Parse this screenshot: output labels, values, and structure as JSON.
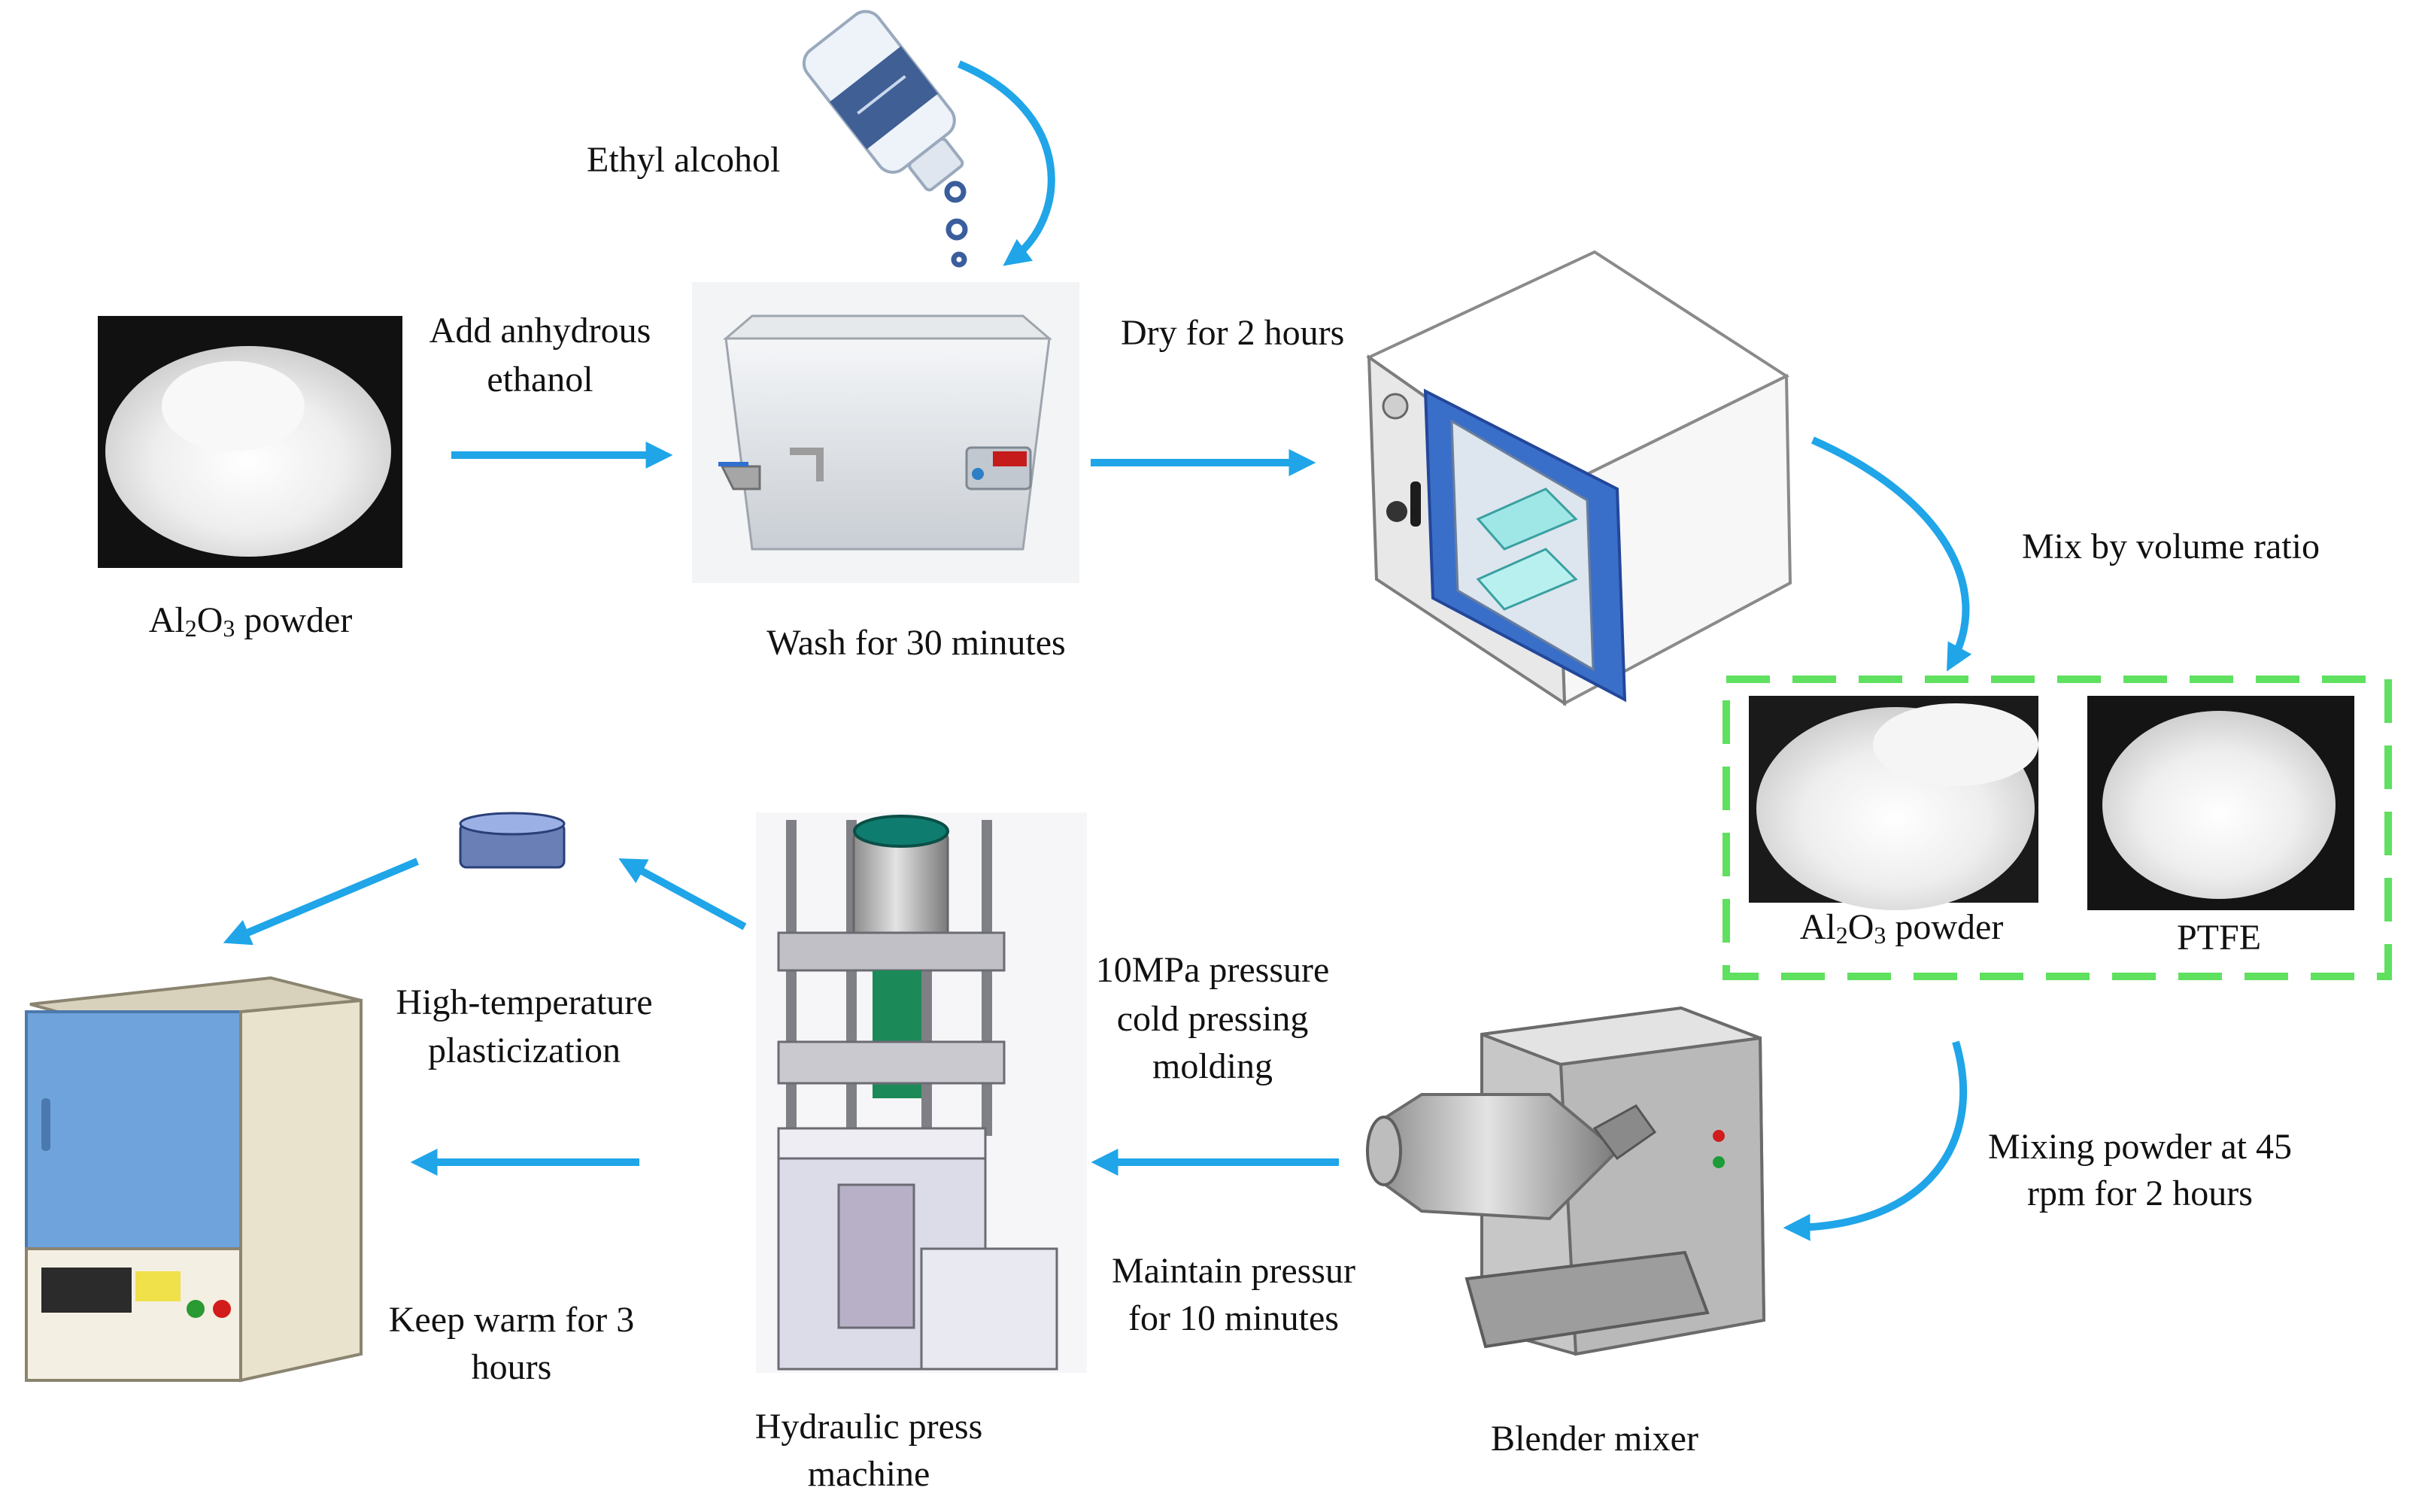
{
  "colors": {
    "arrow": "#1fa5e8",
    "dashed_box": "#5fe05f",
    "oven_blue": "#3a6fc9",
    "furnace_blue": "#6fa3dc",
    "furnace_body": "#e9e3cd"
  },
  "labels": {
    "ethyl_alcohol": "Ethyl alcohol",
    "add_anhydrous_1": "Add anhydrous",
    "add_anhydrous_2": "ethanol",
    "al2o3_powder_1": "Al",
    "al2o3_powder_1_sub": "2",
    "al2o3_powder_1_mid": "O",
    "al2o3_powder_1_sub2": "3",
    "al2o3_powder_1_tail": " powder",
    "wash": "Wash for 30 minutes",
    "dry": "Dry for 2 hours",
    "mix_ratio": "Mix by volume ratio",
    "ptfe": "PTFE",
    "mixing_powder_1": "Mixing powder at 45",
    "mixing_powder_2": "rpm for 2 hours",
    "blender": "Blender mixer",
    "pressure_1": "10MPa pressure",
    "pressure_2": "cold pressing",
    "pressure_3": "molding",
    "maintain_1": "Maintain pressur",
    "maintain_2": "for 10 minutes",
    "hydraulic_1": "Hydraulic press",
    "hydraulic_2": "machine",
    "high_temp_1": "High-temperature",
    "high_temp_2": "plasticization",
    "keep_warm_1": "Keep warm for 3",
    "keep_warm_2": "hours"
  },
  "icons": [
    "ethanol-bottle-icon",
    "ultrasonic-cleaner-icon",
    "drying-oven-icon",
    "powder-pile-icon",
    "blender-mixer-icon",
    "hydraulic-press-icon",
    "molded-ring-icon",
    "muffle-furnace-icon"
  ]
}
